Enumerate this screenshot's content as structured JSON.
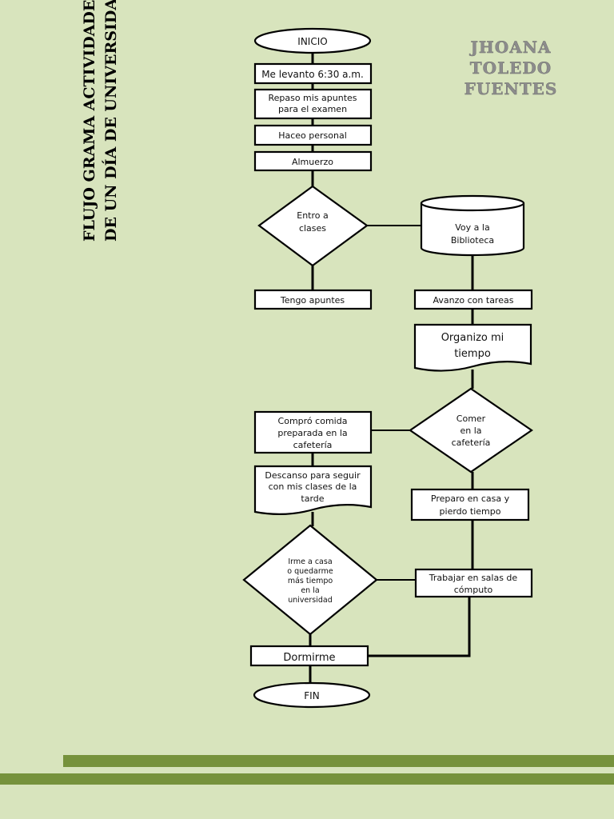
{
  "title": {
    "line1": "FLUJO GRAMA ACTIVIDADES",
    "line2": "DE UN DÍA DE UNIVERSIDAD"
  },
  "author": {
    "line1": "JHOANA",
    "line2": "TOLEDO",
    "line3": "FUENTES"
  },
  "nodes": {
    "inicio": "INICIO",
    "me_levanto": "Me levanto 6:30 a.m.",
    "repaso_1": "Repaso mis apuntes",
    "repaso_2": "para el examen",
    "haceo": "Haceo personal",
    "almuerzo": "Almuerzo",
    "entro_1": "Entro a",
    "entro_2": "clases",
    "voy_1": "Voy a la",
    "voy_2": "Biblioteca",
    "tengo": "Tengo apuntes",
    "avanzo": "Avanzo con tareas",
    "organizo_1": "Organizo mi",
    "organizo_2": "tiempo",
    "comer_1": "Comer",
    "comer_2": "en la",
    "comer_3": "cafetería",
    "compro_1": "Compró comida",
    "compro_2": "preparada en la",
    "compro_3": "cafetería",
    "descanso_1": "Descanso para seguir",
    "descanso_2": "con mis clases de la",
    "descanso_3": "tarde",
    "preparo_1": "Preparo en casa y",
    "preparo_2": "pierdo tiempo",
    "irme_1": "Irme a casa",
    "irme_2": "o quedarme",
    "irme_3": "más tiempo",
    "irme_4": "en la",
    "irme_5": "universidad",
    "trabajar_1": "Trabajar en salas de",
    "trabajar_2": "cómputo",
    "dormirme": "Dormirme",
    "fin": "FIN"
  },
  "colors": {
    "background": "#d8e4bd",
    "band": "#76923c",
    "author": "#8c8c8c"
  }
}
